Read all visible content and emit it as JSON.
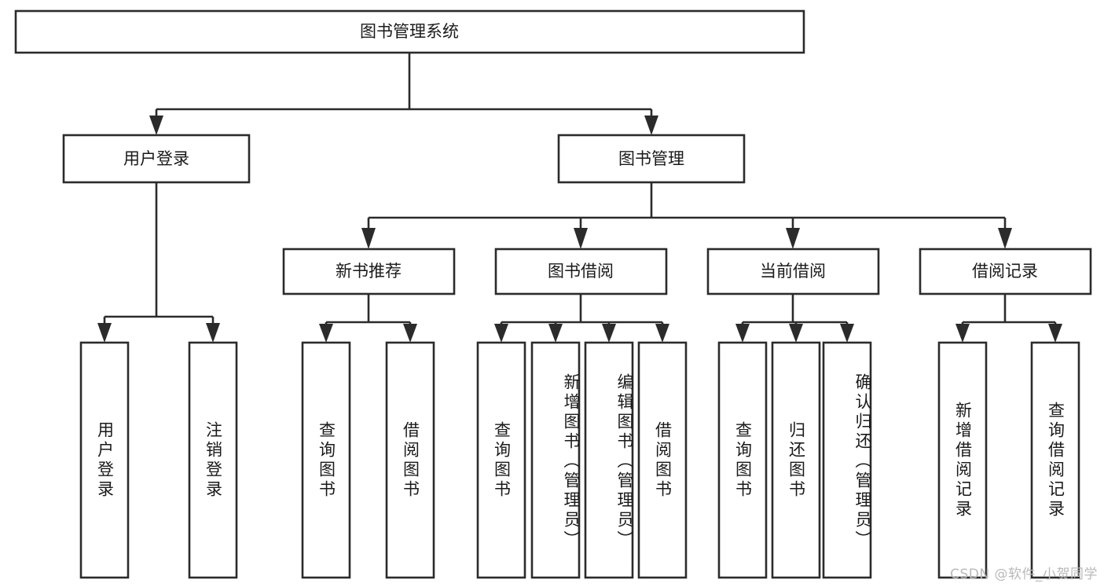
{
  "diagram": {
    "type": "tree-hierarchy",
    "title": "图书管理系统",
    "watermark": "CSDN @软件_小贺同学",
    "colors": {
      "stroke": "#2b2b2b",
      "fill": "#ffffff",
      "text": "#1a1a1a",
      "watermark": "#b9b9b9"
    },
    "root": {
      "label": "图书管理系统"
    },
    "level2": [
      {
        "id": "user-login",
        "label": "用户登录"
      },
      {
        "id": "book-management",
        "label": "图书管理"
      }
    ],
    "level3": [
      {
        "id": "new-book-recommend",
        "label": "新书推荐",
        "parent": "book-management"
      },
      {
        "id": "book-borrow",
        "label": "图书借阅",
        "parent": "book-management"
      },
      {
        "id": "current-borrow",
        "label": "当前借阅",
        "parent": "book-management"
      },
      {
        "id": "borrow-record",
        "label": "借阅记录",
        "parent": "book-management"
      }
    ],
    "leaves": [
      {
        "id": "leaf-user-login",
        "label": "用户登录",
        "parent": "user-login"
      },
      {
        "id": "leaf-logout-login",
        "label": "注销登录",
        "parent": "user-login"
      },
      {
        "id": "leaf-query-book-1",
        "label": "查询图书",
        "parent": "new-book-recommend"
      },
      {
        "id": "leaf-borrow-book-1",
        "label": "借阅图书",
        "parent": "new-book-recommend"
      },
      {
        "id": "leaf-query-book-2",
        "label": "查询图书",
        "parent": "book-borrow"
      },
      {
        "id": "leaf-add-book",
        "label": "新增图书（管理员）",
        "parent": "book-borrow"
      },
      {
        "id": "leaf-edit-book",
        "label": "编辑图书（管理员）",
        "parent": "book-borrow"
      },
      {
        "id": "leaf-borrow-book-2",
        "label": "借阅图书",
        "parent": "book-borrow"
      },
      {
        "id": "leaf-query-book-3",
        "label": "查询图书",
        "parent": "current-borrow"
      },
      {
        "id": "leaf-return-book",
        "label": "归还图书",
        "parent": "current-borrow"
      },
      {
        "id": "leaf-confirm-return",
        "label": "确认归还（管理员）",
        "parent": "current-borrow"
      },
      {
        "id": "leaf-add-record",
        "label": "新增借阅记录",
        "parent": "borrow-record"
      },
      {
        "id": "leaf-query-record",
        "label": "查询借阅记录",
        "parent": "borrow-record"
      }
    ]
  }
}
